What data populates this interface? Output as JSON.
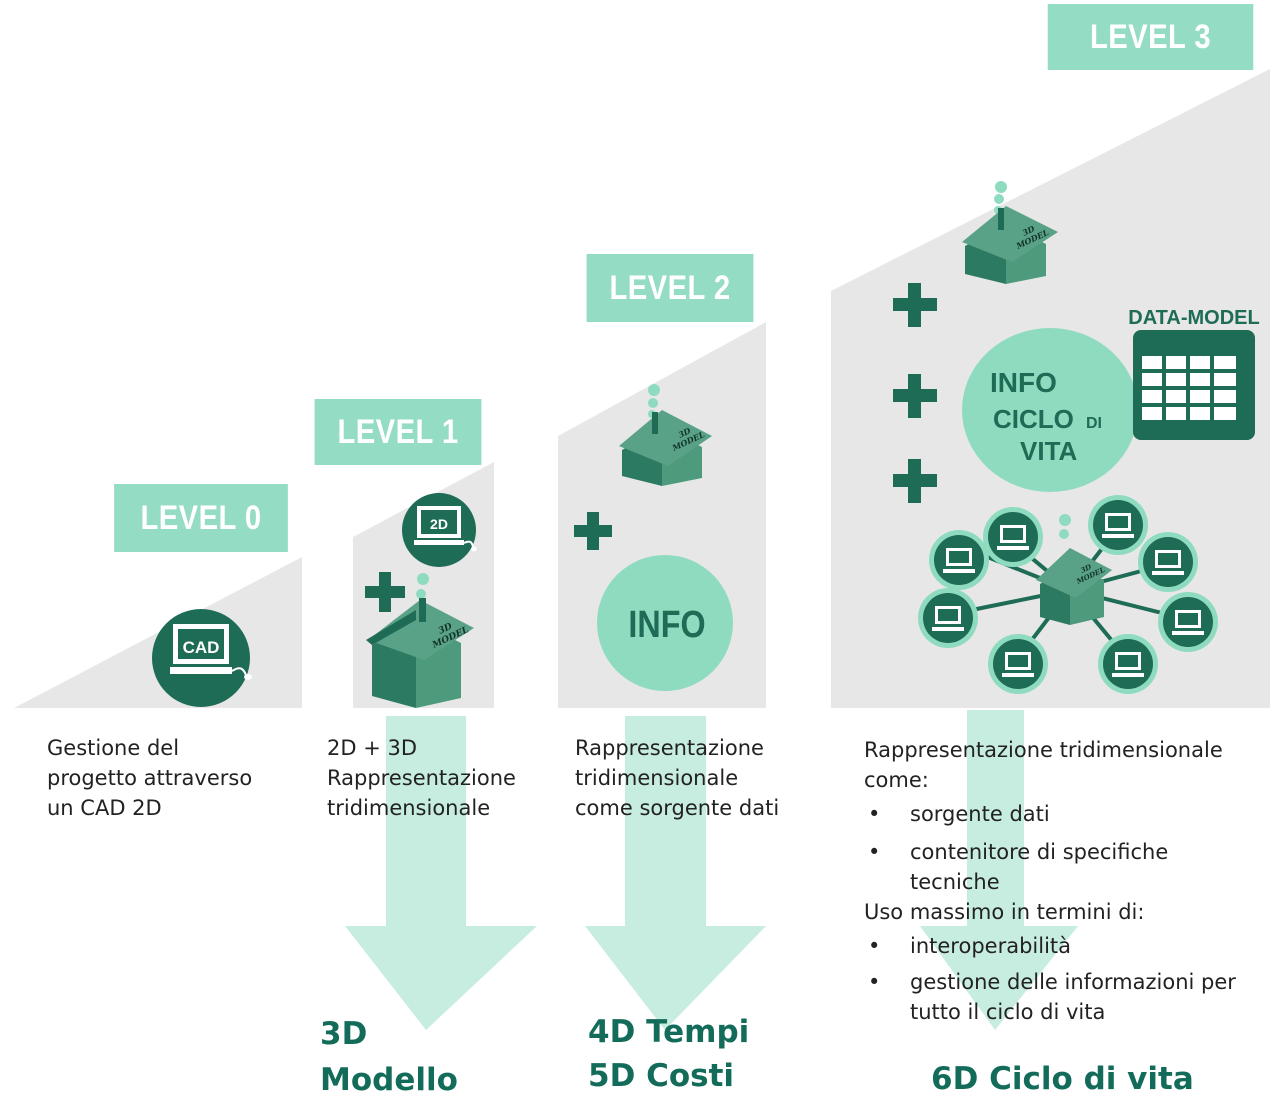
{
  "levels": [
    {
      "label": "LEVEL 0",
      "description": [
        "Gestione del",
        "progetto attraverso",
        "un CAD 2D"
      ]
    },
    {
      "label": "LEVEL 1",
      "description": [
        "2D + 3D",
        "Rappresentazione",
        "tridimensionale"
      ],
      "result": [
        "3D",
        "Modello"
      ]
    },
    {
      "label": "LEVEL 2",
      "description": [
        "Rappresentazione",
        "tridimensionale",
        "come sorgente dati"
      ],
      "result": [
        "4D Tempi",
        "5D Costi"
      ]
    },
    {
      "label": "LEVEL 3",
      "result": [
        "6D Ciclo di vita"
      ]
    }
  ],
  "level3_text": {
    "intro": [
      "Rappresentazione tridimensionale",
      "come:"
    ],
    "bullets_a": [
      [
        "sorgente dati"
      ],
      [
        "contenitore di specifiche",
        "tecniche"
      ]
    ],
    "middle": "Uso massimo in termini di:",
    "bullets_b": [
      [
        "interoperabilità"
      ],
      [
        "gestione delle informazioni per",
        "tutto il ciclo di vita"
      ]
    ],
    "bullet_symbol": "•"
  },
  "icons": {
    "cad_label": "CAD",
    "label_2d": "2D",
    "model_line1": "3D",
    "model_line2": "MODEL",
    "info_label": "INFO",
    "lifecycle_info": [
      "INFO",
      "CICLO",
      "DI",
      "VITA"
    ],
    "data_model_label": "DATA-MODEL",
    "plus": "+"
  },
  "colors": {
    "accent_label": "#94dcc3",
    "ramp": "#e7e7e7",
    "arrow": "#c7ede0",
    "dark_green": "#1e6b56",
    "house_dark": "#2d7a62",
    "house_light": "#4d9a7d",
    "info_circle": "#8fdbbf",
    "result_text": "#136b5a"
  }
}
